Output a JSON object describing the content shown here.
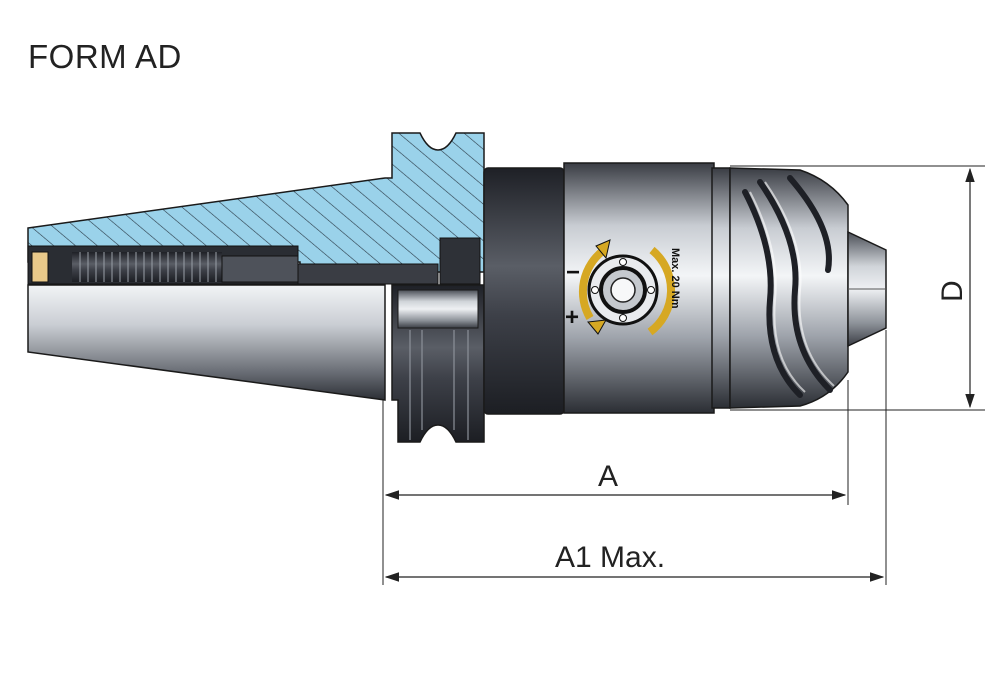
{
  "title": "FORM AD",
  "dimensions": {
    "a": "A",
    "a1": "A1 Max.",
    "d": "D"
  },
  "knob": {
    "torque": "Max. 20 Nm",
    "minus": "−",
    "plus": "+"
  },
  "colors": {
    "section_blue": "#9ad2ea",
    "metal_dark": "#2d3038",
    "outline": "#1a1a1a",
    "arrow_gold": "#d6a823"
  }
}
